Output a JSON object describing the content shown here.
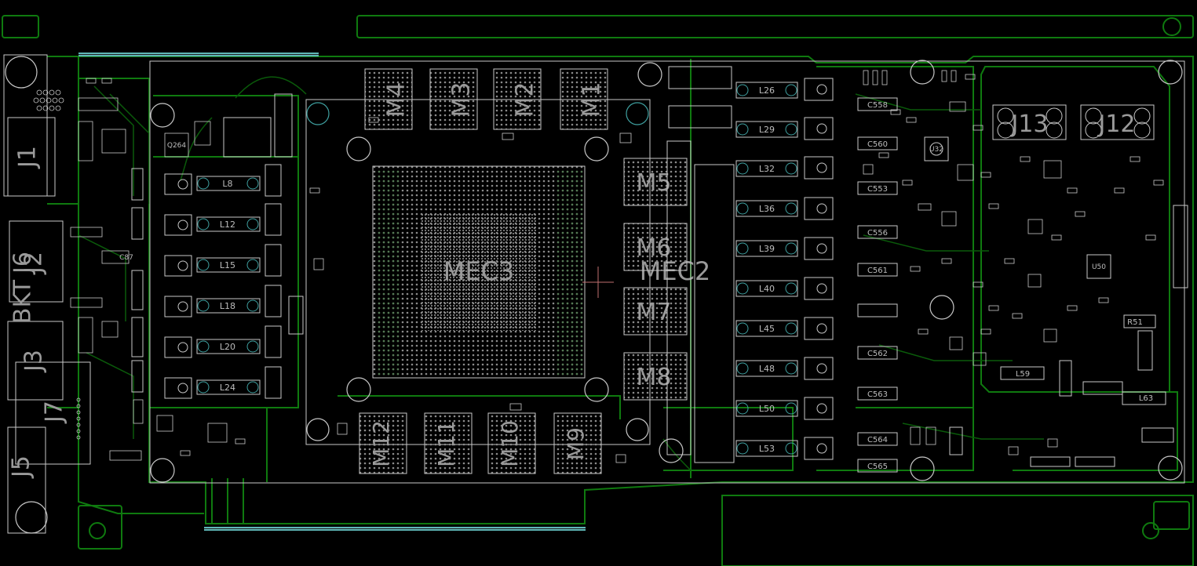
{
  "colors": {
    "background": "#000000",
    "board_outline": "#0f7a0f",
    "silkscreen": "#c8c8c8",
    "pad_grey": "#8a8a8a",
    "teal_connector": "#5fb7b7",
    "cursor": "#c07070"
  },
  "labels": {
    "gpu": "MEC3",
    "gpu_overlay": "MEC2",
    "bracket": "BKT",
    "memory": {
      "top": [
        "M4",
        "M3",
        "M2",
        "M1"
      ],
      "right": [
        "M5",
        "M6",
        "M7",
        "M8"
      ],
      "bottom": [
        "M12",
        "M11",
        "M10",
        "M9"
      ]
    },
    "connectors": {
      "j1": "J1",
      "j2": "J2",
      "j3": "J3",
      "j5": "J5",
      "j6": "J6",
      "j7": "J7",
      "j12": "J12",
      "j13": "J13"
    },
    "left_inductors": [
      "L8",
      "L12",
      "L15",
      "L18",
      "L20",
      "L24"
    ],
    "right_inductors_a": [
      "L26",
      "L29"
    ],
    "right_inductors_b": [
      "L32",
      "L36",
      "L39",
      "L40",
      "L45",
      "L48",
      "L50",
      "L53"
    ],
    "right_caps": [
      "C558",
      "C560",
      "C553",
      "C556",
      "C561",
      "C562",
      "C563",
      "C564",
      "C565"
    ],
    "misc": {
      "q264": "Q264",
      "u32": "U32",
      "u50": "U50",
      "r51": "R51",
      "l59": "L59",
      "l63": "L63",
      "c87": "C87"
    }
  }
}
